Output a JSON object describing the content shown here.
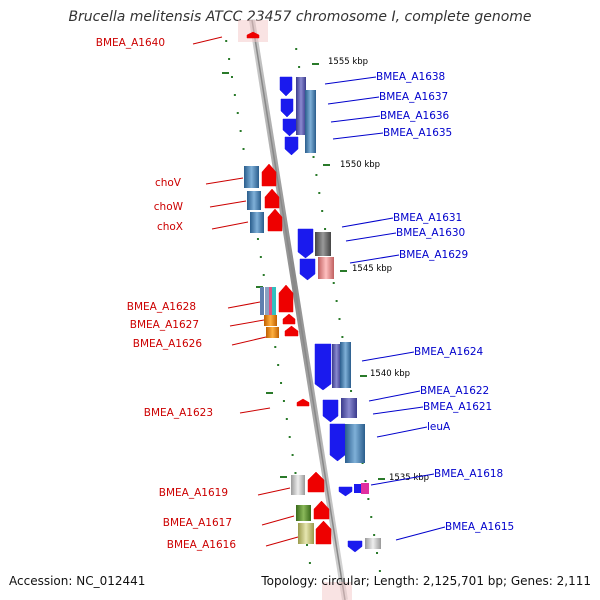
{
  "title": "Brucella melitensis ATCC 23457 chromosome I, complete genome",
  "accession": "Accession: NC_012441",
  "topology": "Topology: circular; Length: 2,125,701 bp; Genes: 2,111",
  "colors": {
    "left_label": "#cc0000",
    "right_label": "#0000cc",
    "backbone": "#9a9a9a",
    "tick": "#2a7a2a"
  },
  "kbp_ticks": [
    "1555 kbp",
    "1550 kbp",
    "1545 kbp",
    "1540 kbp",
    "1535 kbp"
  ],
  "genes_left": [
    "BMEA_A1640",
    "choV",
    "choW",
    "choX",
    "BMEA_A1628",
    "BMEA_A1627",
    "BMEA_A1626",
    "BMEA_A1623",
    "BMEA_A1619",
    "BMEA_A1617",
    "BMEA_A1616"
  ],
  "genes_right": [
    "BMEA_A1638",
    "BMEA_A1637",
    "BMEA_A1636",
    "BMEA_A1635",
    "BMEA_A1631",
    "BMEA_A1630",
    "BMEA_A1629",
    "BMEA_A1624",
    "BMEA_A1622",
    "BMEA_A1621",
    "leuA",
    "BMEA_A1618",
    "BMEA_A1615"
  ]
}
